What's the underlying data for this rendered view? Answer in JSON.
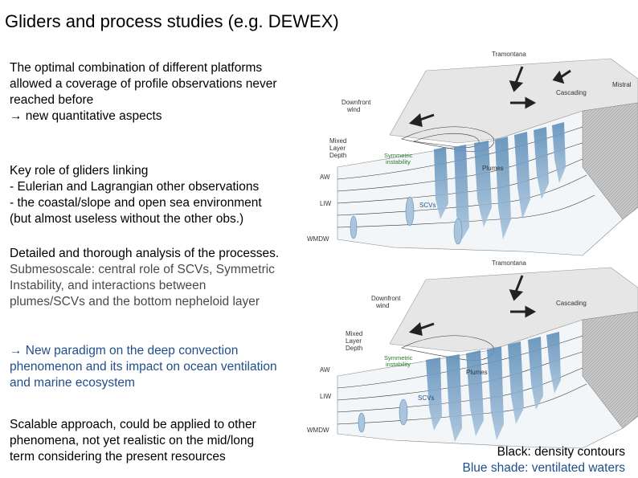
{
  "slide": {
    "title": "Gliders and process studies (e.g. DEWEX)",
    "block1": {
      "line1": "The optimal combination of different platforms",
      "line2": "allowed a coverage of profile observations never",
      "line3": "reached before",
      "line4": " →  new quantitative aspects"
    },
    "block2": {
      "line1": "Key role of gliders linking",
      "line2": "- Eulerian and Lagrangian other observations",
      "line3": "- the coastal/slope and open sea environment",
      "line4": "(but almost useless without the other obs.)"
    },
    "block3": {
      "line1": "Detailed and thorough analysis of the processes.",
      "line2": "Submesoscale: central role of SCVs, Symmetric",
      "line3": "Instability, and interactions between",
      "line4": "plumes/SCVs and the bottom nepheloid layer"
    },
    "block4": {
      "line1": "→ New paradigm on the deep convection",
      "line2": "phenomenon and its impact on ocean ventilation",
      "line3": "and marine ecosystem"
    },
    "block5": {
      "line1": "Scalable approach, could be applied to other",
      "line2": "phenomena, not yet realistic on the mid/long",
      "line3": "term considering the present resources"
    },
    "legend": {
      "black": "Black: density contours",
      "blue": "Blue shade: ventilated waters"
    }
  },
  "figure": {
    "top": {
      "tramontana": "Tramontana",
      "mistral": "Mistral",
      "cascading": "Cascading",
      "downfront": "Downfront",
      "wind": "wind",
      "mixed": "Mixed",
      "layer": "Layer",
      "depth": "Depth",
      "symmetric": "Symmetric",
      "instability": "instability",
      "plumes": "Plumes",
      "aw": "AW",
      "liw": "LIW",
      "wmdw": "WMDW",
      "scvs": "SCVs"
    },
    "bottom": {
      "tramontana": "Tramontana",
      "cascading": "Cascading",
      "downfront": "Downfront",
      "wind": "wind",
      "mixed": "Mixed",
      "layer": "Layer",
      "depth": "Depth",
      "symmetric": "Symmetric",
      "instability": "instability",
      "plumes": "Plumes",
      "aw": "AW",
      "liw": "LIW",
      "wmdw": "WMDW",
      "scvs": "SCVs"
    }
  },
  "colors": {
    "text": "#000000",
    "accent_blue": "#1f4e8c",
    "water": "#bcd3e6",
    "plume": "#6e98bf"
  }
}
